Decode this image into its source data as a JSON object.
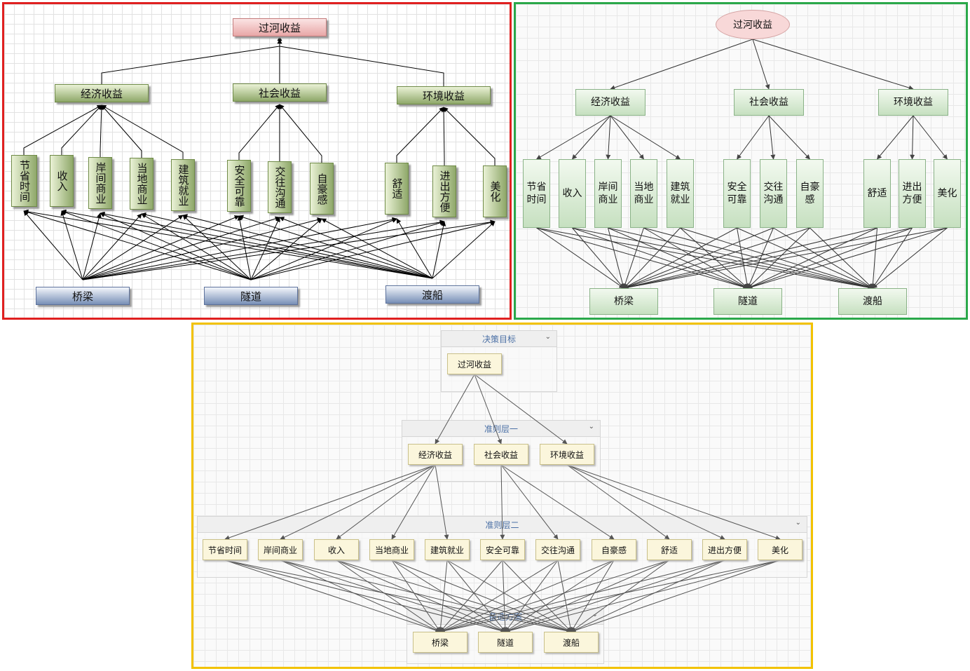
{
  "panels": {
    "red": {
      "border_color": "#e02020",
      "goal": "过河收益",
      "criteria": [
        "经济收益",
        "社会收益",
        "环境收益"
      ],
      "subcriteria": [
        "节省时间",
        "收入",
        "岸间商业",
        "当地商业",
        "建筑就业",
        "安全可靠",
        "交往沟通",
        "自豪感",
        "舒适",
        "进出方便",
        "美化"
      ],
      "alternatives": [
        "桥梁",
        "隧道",
        "渡船"
      ]
    },
    "green": {
      "border_color": "#2aa84a",
      "goal": "过河收益",
      "criteria": [
        "经济收益",
        "社会收益",
        "环境收益"
      ],
      "subcriteria": [
        "节省\n时间",
        "收入",
        "岸间\n商业",
        "当地\n商业",
        "建筑\n就业",
        "安全\n可靠",
        "交往\n沟通",
        "自豪\n感",
        "舒适",
        "进出\n方便",
        "美化"
      ],
      "alternatives": [
        "桥梁",
        "隧道",
        "渡船"
      ]
    },
    "yellow": {
      "border_color": "#f2c200",
      "groups": {
        "goal_title": "决策目标",
        "criteria_title": "准则层一",
        "subcriteria_title": "准则层二",
        "alternatives_title": "备选方案"
      },
      "goal": "过河收益",
      "criteria": [
        "经济收益",
        "社会收益",
        "环境收益"
      ],
      "subcriteria": [
        "节省时间",
        "岸间商业",
        "收入",
        "当地商业",
        "建筑就业",
        "安全可靠",
        "交往沟通",
        "自豪感",
        "舒适",
        "进出方便",
        "美化"
      ],
      "alternatives": [
        "桥梁",
        "隧道",
        "渡船"
      ]
    }
  }
}
